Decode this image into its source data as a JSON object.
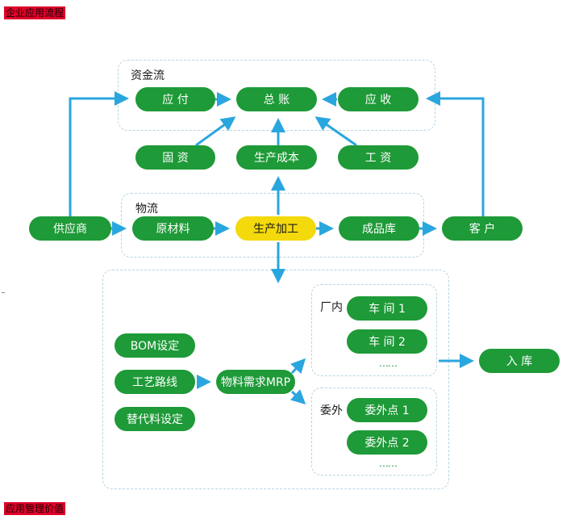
{
  "headings": {
    "top": "企业应用流程",
    "bottom": "应用管理价值"
  },
  "regions": {
    "finance_flow": "资金流",
    "material_flow": "物流",
    "in_plant": "厂内",
    "outsourced": "委外"
  },
  "nodes": {
    "payable": "应 付",
    "ledger": "总 账",
    "receivable": "应 收",
    "fixed_assets": "固 资",
    "production_cost": "生产成本",
    "wages": "工 资",
    "supplier": "供应商",
    "raw_materials": "原材料",
    "production": "生产加工",
    "finished_goods": "成品库",
    "customer": "客 户",
    "bom": "BOM设定",
    "routing": "工艺路线",
    "substitute": "替代料设定",
    "mrp": "物料需求MRP",
    "workshop1": "车 间 1",
    "workshop2": "车 间 2",
    "outsource1": "委外点 1",
    "outsource2": "委外点 2",
    "inbound": "入 库",
    "more_inplant": "……",
    "more_outsourced": "……"
  },
  "colors": {
    "node": "#1e9a38",
    "highlight": "#f4d90c",
    "arrow": "#2aa6de",
    "region_border": "#b8d4e2",
    "heading_bg": "#e0002a"
  }
}
